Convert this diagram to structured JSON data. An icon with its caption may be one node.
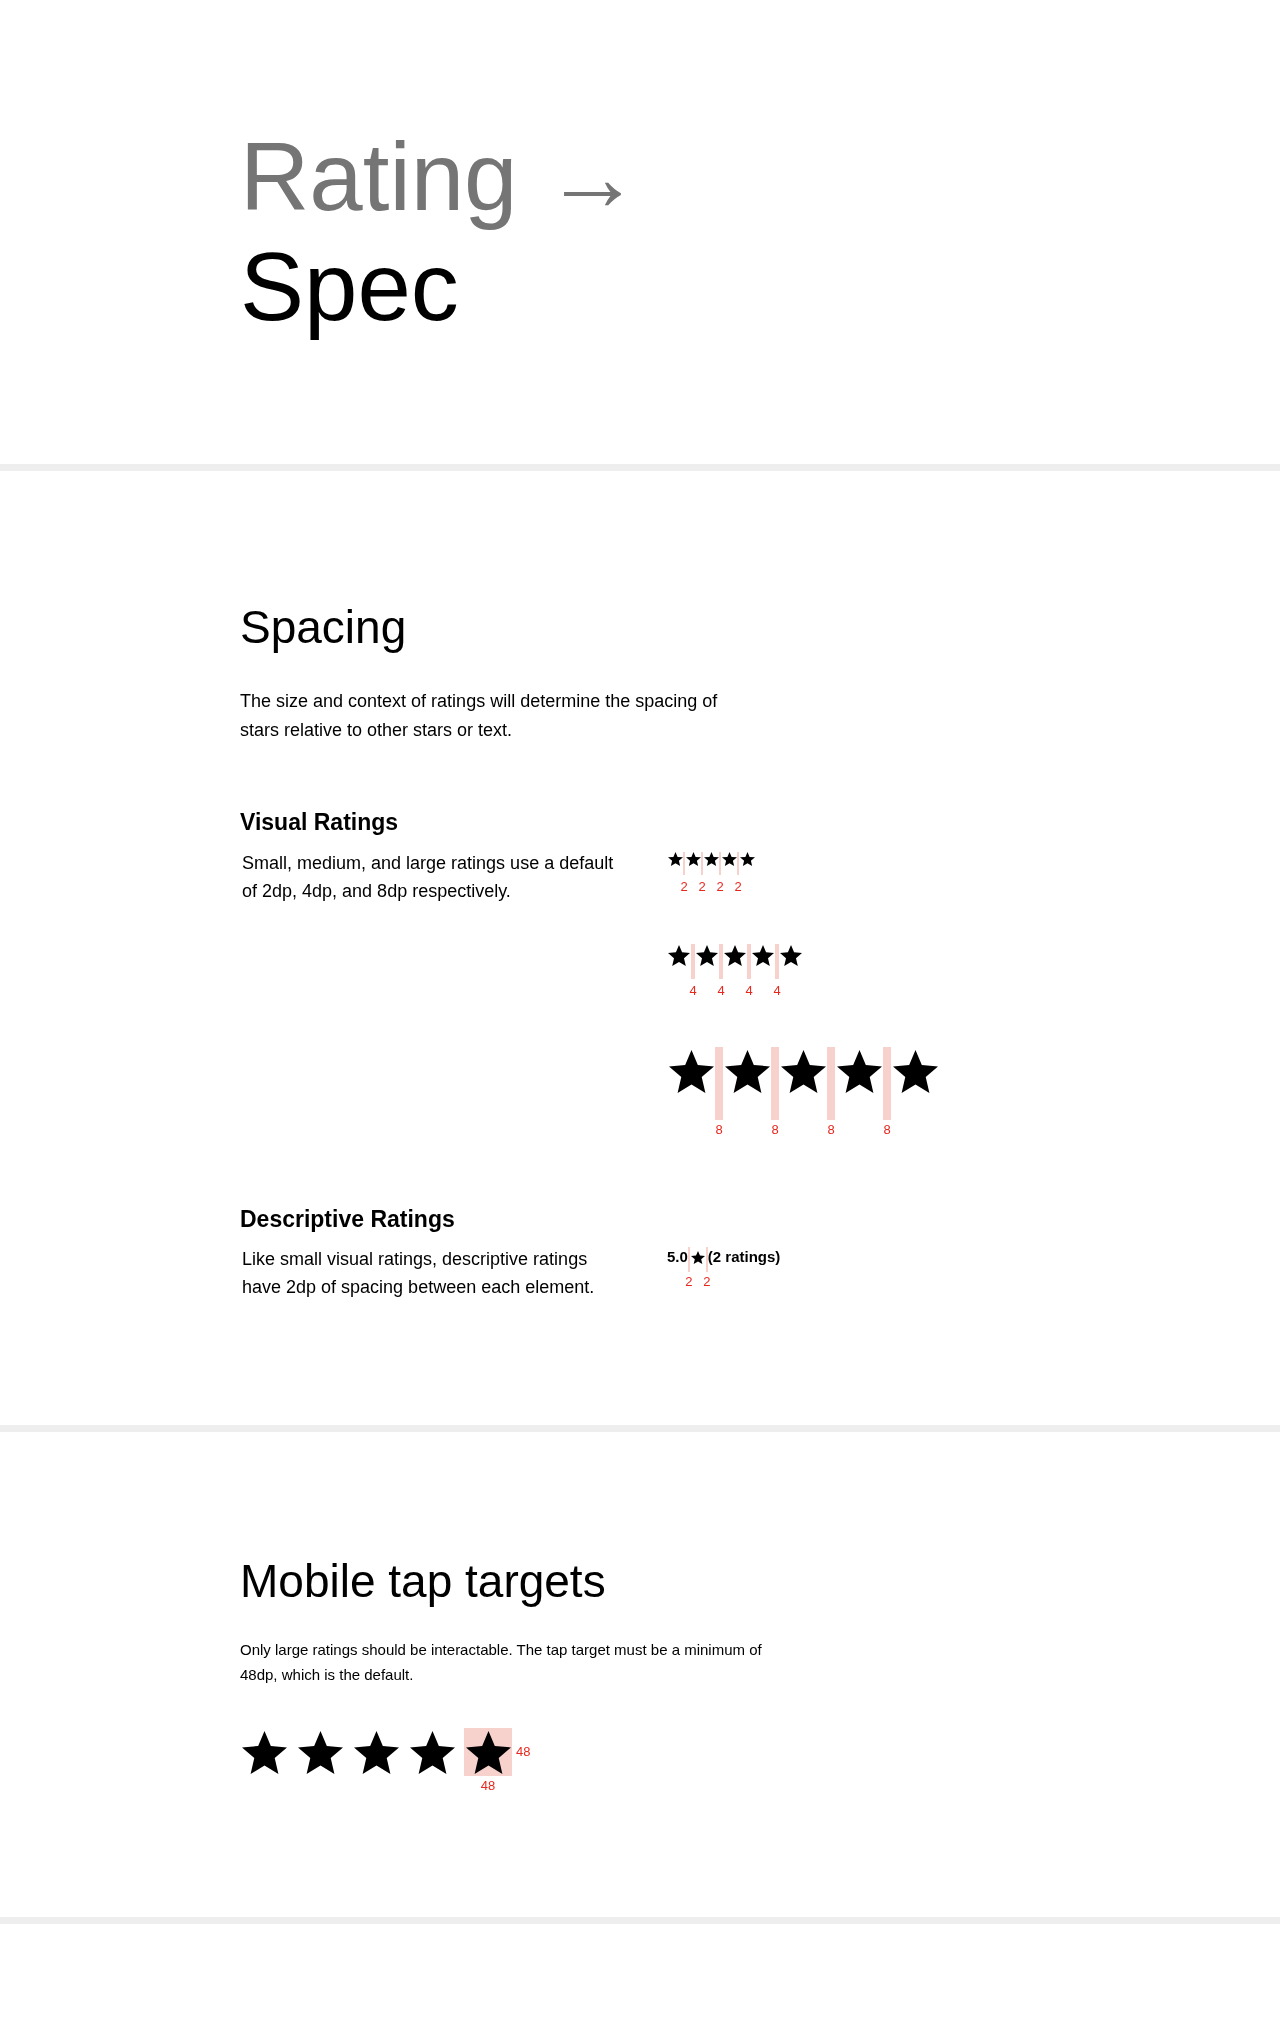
{
  "diagram": {
    "labels": [
      "Rating →",
      "Spec",
      "Spacing",
      "The size and context of ratings will determine the spacing of stars relative to other stars or text.",
      "Visual Ratings",
      "Small, medium, and large ratings use a default of 2dp, 4dp, and 8dp respectively.",
      "2",
      "2",
      "2",
      "2",
      "4",
      "4",
      "4",
      "4",
      "8",
      "8",
      "8",
      "8",
      "Descriptive Ratings",
      "Like small visual ratings, descriptive ratings have 2dp of spacing between each element.",
      "5.0",
      "(2 ratings)",
      "2",
      "2",
      "Mobile tap targets",
      "Only large ratings should be interactable. The tap target must be a minimum of 48dp, which is the default.",
      "48",
      "48"
    ]
  }
}
